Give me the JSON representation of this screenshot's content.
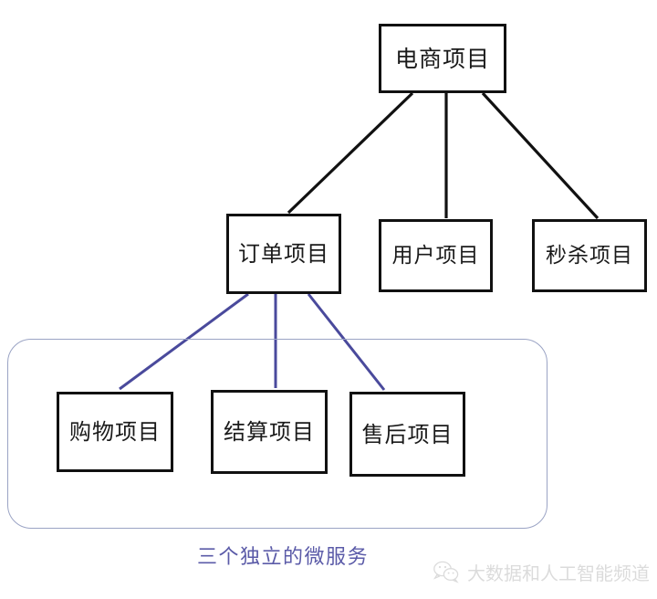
{
  "diagram": {
    "type": "hierarchy-tree",
    "title_node": "电商项目",
    "nodes": [
      {
        "id": "root",
        "label": "电商项目",
        "level": 1
      },
      {
        "id": "order",
        "label": "订单项目",
        "level": 2
      },
      {
        "id": "user",
        "label": "用户项目",
        "level": 2
      },
      {
        "id": "seckill",
        "label": "秒杀项目",
        "level": 2
      },
      {
        "id": "shopping",
        "label": "购物项目",
        "level": 3
      },
      {
        "id": "settlement",
        "label": "结算项目",
        "level": 3
      },
      {
        "id": "aftersale",
        "label": "售后项目",
        "level": 3
      }
    ],
    "edges": [
      {
        "from": "root",
        "to": "order",
        "color": "#111111"
      },
      {
        "from": "root",
        "to": "user",
        "color": "#111111"
      },
      {
        "from": "root",
        "to": "seckill",
        "color": "#111111"
      },
      {
        "from": "order",
        "to": "shopping",
        "color": "#4a4a9c"
      },
      {
        "from": "order",
        "to": "settlement",
        "color": "#4a4a9c"
      },
      {
        "from": "order",
        "to": "aftersale",
        "color": "#4a4a9c"
      }
    ],
    "group": {
      "caption": "三个独立的微服务",
      "caption_color": "#5b5ba8",
      "border_color": "#9aa3c4",
      "members": [
        "购物项目",
        "结算项目",
        "售后项目"
      ]
    },
    "colors": {
      "box_border": "#111111",
      "box_fill": "#ffffff",
      "edge_black": "#111111",
      "edge_blue": "#4a4a9c",
      "background": "#ffffff"
    }
  },
  "watermark": {
    "icon": "wechat-icon",
    "text": "大数据和人工智能频道"
  }
}
